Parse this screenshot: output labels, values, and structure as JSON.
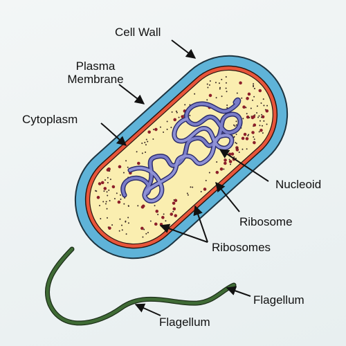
{
  "labels": {
    "cell_wall": "Cell Wall",
    "plasma_membrane_1": "Plasma",
    "plasma_membrane_2": "Membrane",
    "cytoplasm": "Cytoplasm",
    "nucleoid": "Nucleoid",
    "ribosome": "Ribosome",
    "ribosomes": "Ribosomes",
    "flagellum_right": "Flagellum",
    "flagellum_bottom": "Flagellum"
  },
  "colors": {
    "cell_wall": "#5fb3d8",
    "plasma_membrane": "#e8553a",
    "cytoplasm": "#faeeb0",
    "nucleoid": "#7a7dc8",
    "ribosome": "#8c1f2a",
    "flagellum": "#3f6b35"
  }
}
